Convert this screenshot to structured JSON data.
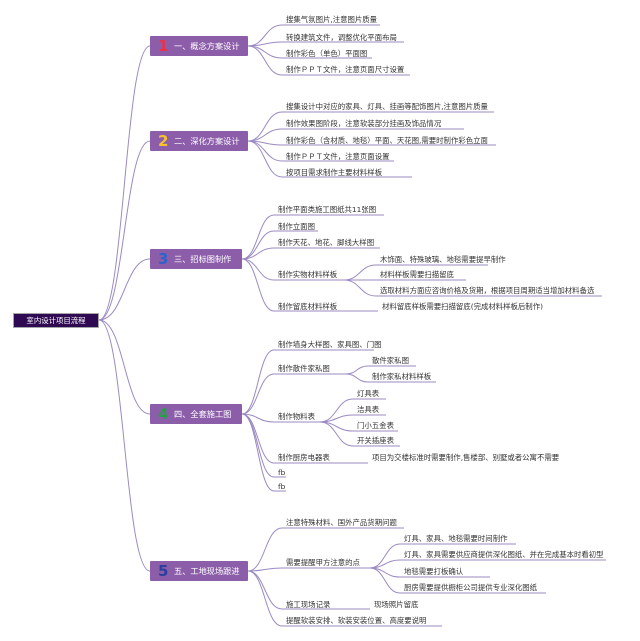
{
  "root": "室内设计项目流程",
  "colors": {
    "line": "#9b8ac2",
    "branch_fill": "#8c5eaa",
    "root_fill": "#2f0a53"
  },
  "branches": [
    {
      "num": "1",
      "num_color": "#e7324f",
      "label": "一、概念方案设计",
      "items": [
        "搜集气氛图片,注意图片质量",
        "转换建筑文件，调整优化平面布局",
        "制作彩色（单色）平面图",
        "制作ＰＰＴ文件，注意页面尺寸设置"
      ]
    },
    {
      "num": "2",
      "num_color": "#f6c22c",
      "label": "二、深化方案设计",
      "items": [
        "搜集设计中对应的家具、灯具、挂画等配饰图片,注意图片质量",
        "制作效果图阶段，注意软装部分挂画及饰品情况",
        "制作彩色（含材质、地毯）平面、天花图,需要时制作彩色立面",
        "制作ＰＰＴ文件，注意页面设置",
        "按项目需求制作主要材料样板"
      ]
    },
    {
      "num": "3",
      "num_color": "#2d63c8",
      "label": "三、招标图制作",
      "items": [
        "制作平面类施工图纸共11张图",
        "制作立面图",
        "制作天花、地花、脚线大样图",
        "制作实物材料样板",
        "制作留底材料样板"
      ],
      "sub_material": [
        "木饰面、特殊玻璃、地毯需要提早制作",
        "材料样板需要扫描留底",
        "选取材料方面应咨询价格及货期，根据项目周期适当增加材料备选"
      ],
      "sub_archive": [
        "材料留底样板需要扫描留底(完成材料样板后制作)"
      ]
    },
    {
      "num": "4",
      "num_color": "#2a9d4a",
      "label": "四、全套施工图",
      "items": [
        "制作墙身大样图、家具图、门图",
        "制作散件家私图",
        "制作物料表",
        "制作厨房电器表",
        "fb",
        "fb"
      ],
      "sub_furniture": [
        "散件家私图",
        "制作家私材料样板"
      ],
      "sub_materials_list": [
        "灯具表",
        "洁具表",
        "门小五金表",
        "开关插座表"
      ],
      "sub_kitchen": [
        "项目为交楼标准时需要制作,售楼部、别墅或者公寓不需要"
      ]
    },
    {
      "num": "5",
      "num_color": "#2a3f9e",
      "label": "五、工地现场跟进",
      "items": [
        "注意特殊材料、国外产品货期问题",
        "需要提醒甲方注意的点",
        "施工现场记录",
        "提醒软装安排、软装安装位置、高度要说明"
      ],
      "sub_client": [
        "灯具、家具、地毯需要时间制作",
        "灯具、家具需要供应商提供深化图纸、并在完成基本时看初型",
        "地毯需要打板确认",
        "厨房需要提供橱柜公司提供专业深化图纸"
      ],
      "sub_record": [
        "现场照片留底"
      ]
    }
  ]
}
